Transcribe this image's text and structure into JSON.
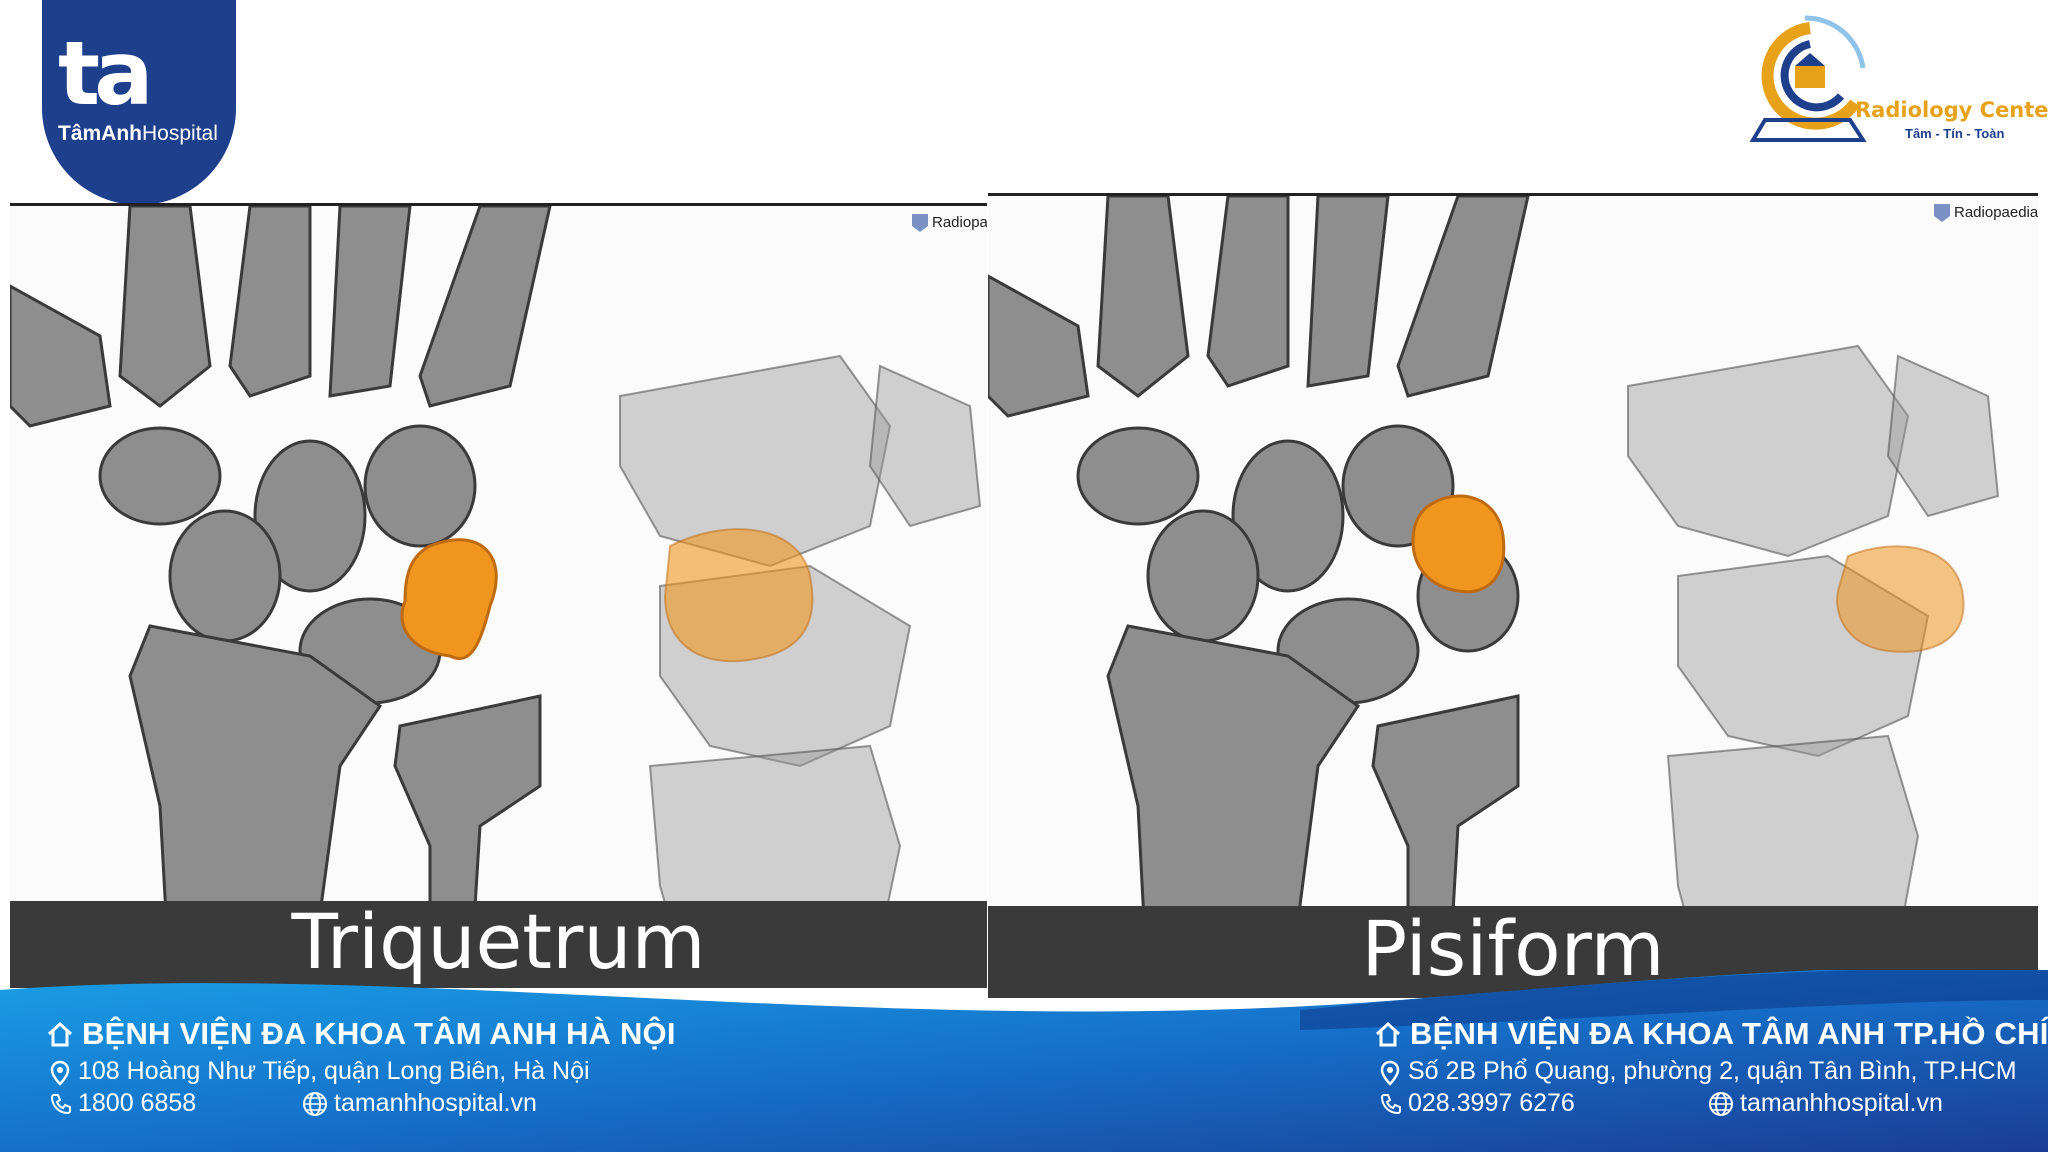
{
  "branding": {
    "logo_mark": "ta",
    "logo_name_bold": "TâmAnh",
    "logo_name_rest": "Hospital",
    "radiology_title": "Radiology Center",
    "radiology_motto": "Tâm - Tín - Toàn",
    "primary_color": "#1e3f8c",
    "accent_color": "#e8a21a"
  },
  "panels": [
    {
      "caption": "Triquetrum",
      "watermark": "Radiopa",
      "highlight_color": "#f0961e"
    },
    {
      "caption": "Pisiform",
      "watermark": "Radiopaedia",
      "highlight_color": "#f0961e"
    }
  ],
  "footer": {
    "hanoi": {
      "title": "BỆNH VIỆN ĐA KHOA TÂM ANH HÀ NỘI",
      "address": "108 Hoàng Như Tiếp, quận Long Biên, Hà Nội",
      "phone": "1800 6858",
      "website": "tamanhhospital.vn"
    },
    "hcm": {
      "title": "BỆNH VIỆN ĐA KHOA TÂM ANH TP.HỒ CHÍ MINH",
      "address": "Số 2B Phổ Quang, phường 2, quận Tân Bình, TP.HCM",
      "phone": "028.3997 6276",
      "website": "tamanhhospital.vn"
    }
  }
}
